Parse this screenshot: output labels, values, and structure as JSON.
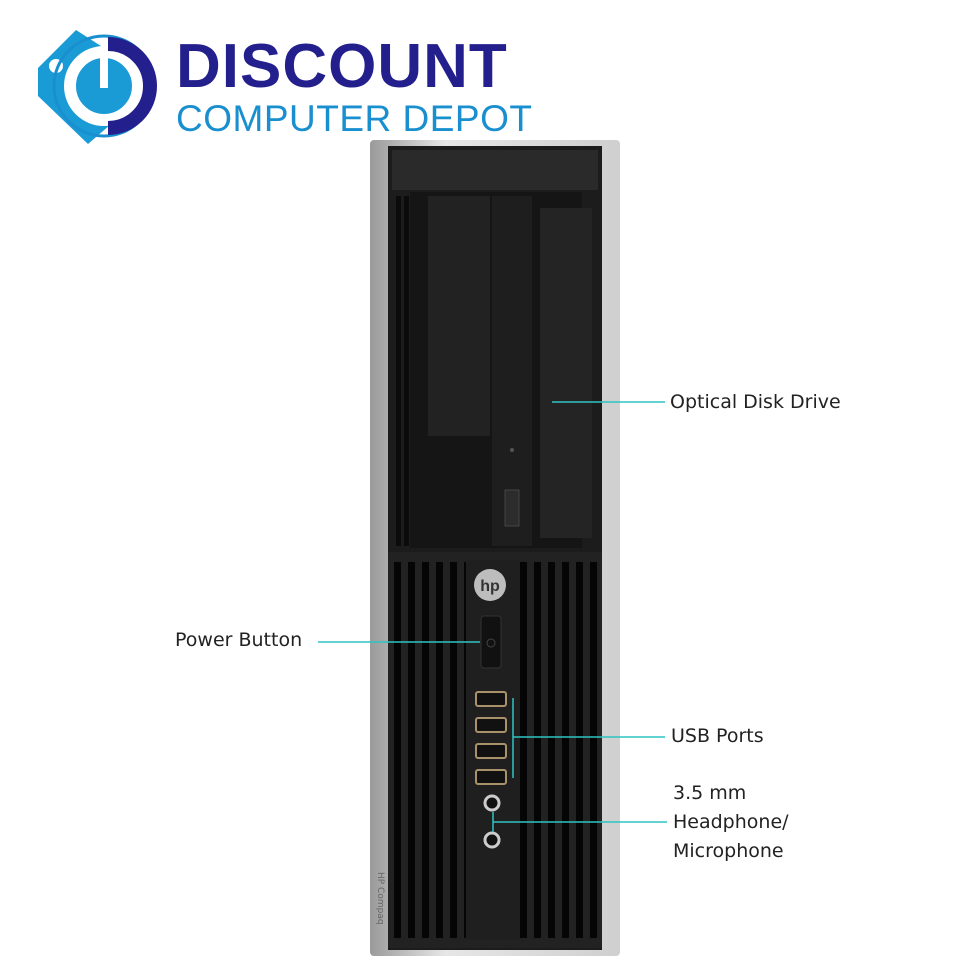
{
  "brand": {
    "name_line1": "DISCOUNT",
    "name_line2": "COMPUTER DEPOT",
    "colors": {
      "primary": "#231f8c",
      "secondary": "#1a8fcf"
    }
  },
  "product": {
    "logo_text": "hp",
    "side_text": "HP Compaq"
  },
  "callouts": {
    "line_color": "#2ec4c4",
    "optical_drive": "Optical Disk Drive",
    "power_button": "Power Button",
    "usb_ports": "USB Ports",
    "audio_line1": "3.5 mm",
    "audio_line2": "Headphone/",
    "audio_line3": "Microphone"
  }
}
